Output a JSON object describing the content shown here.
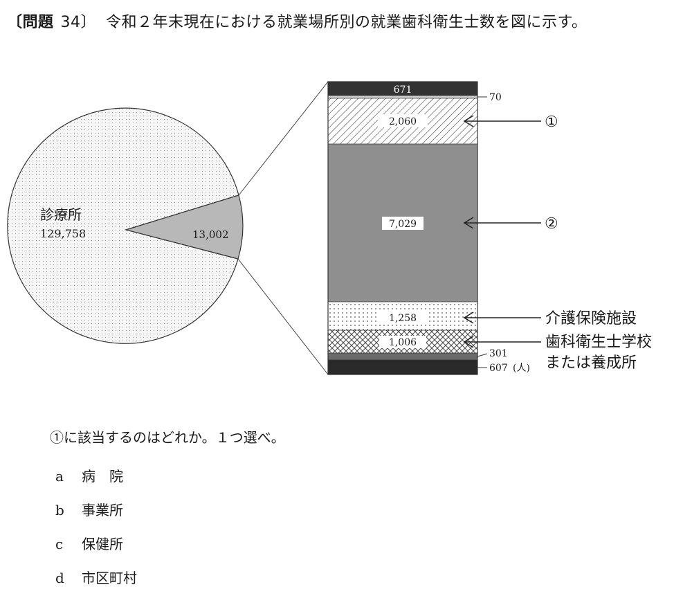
{
  "question": {
    "label": "〔問題",
    "number": "34〕",
    "stem": "令和２年末現在における就業場所別の就業歯科衛生士数を図に示す。",
    "prompt": "①に該当するのはどれか。１つ選べ。",
    "options": [
      {
        "letter": "a",
        "text": "病　院"
      },
      {
        "letter": "b",
        "text": "事業所"
      },
      {
        "letter": "c",
        "text": "保健所"
      },
      {
        "letter": "d",
        "text": "市区町村"
      }
    ]
  },
  "figure": {
    "pie": {
      "main_label": "診療所",
      "main_value": "129,758",
      "slice_value": "13,002"
    },
    "bar": {
      "segments": [
        {
          "value": "671",
          "fill": "#3a3a3a"
        },
        {
          "value": "70",
          "fill": "#d0d0d0"
        },
        {
          "value": "2,060",
          "fill": "hatch"
        },
        {
          "value": "7,029",
          "fill": "#8e8e8e"
        },
        {
          "value": "1,258",
          "fill": "dots"
        },
        {
          "value": "1,006",
          "fill": "cross"
        },
        {
          "value": "301",
          "fill": "#6a6a6a"
        },
        {
          "value": "607",
          "fill": "#2a2a2a"
        }
      ],
      "unit": "(人)"
    },
    "callouts": {
      "c1": "①",
      "c2": "②",
      "care": "介護保険施設",
      "school_line1": "歯科衛生士学校",
      "school_line2": "または養成所"
    }
  }
}
